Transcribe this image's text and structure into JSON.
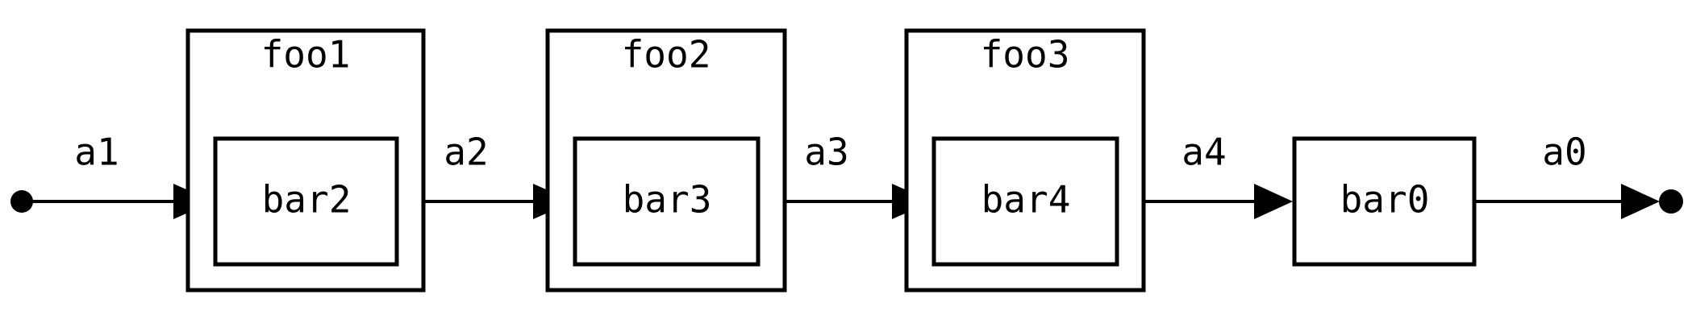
{
  "diagram": {
    "type": "flow-graph",
    "orientation": "left-to-right",
    "background_color": "#ffffff",
    "line_color": "#000000",
    "box_fill": "#ffffff",
    "clusters": [
      {
        "id": "foo1",
        "label": "foo1",
        "contains": "bar2"
      },
      {
        "id": "foo2",
        "label": "foo2",
        "contains": "bar3"
      },
      {
        "id": "foo3",
        "label": "foo3",
        "contains": "bar4"
      }
    ],
    "nodes": [
      {
        "id": "start",
        "shape": "dot",
        "label": ""
      },
      {
        "id": "bar2",
        "shape": "box",
        "label": "bar2"
      },
      {
        "id": "bar3",
        "shape": "box",
        "label": "bar3"
      },
      {
        "id": "bar4",
        "shape": "box",
        "label": "bar4"
      },
      {
        "id": "bar0",
        "shape": "box",
        "label": "bar0"
      },
      {
        "id": "end",
        "shape": "dot",
        "label": ""
      }
    ],
    "edges": [
      {
        "from": "start",
        "to": "bar2",
        "label": "a1"
      },
      {
        "from": "bar2",
        "to": "bar3",
        "label": "a2"
      },
      {
        "from": "bar3",
        "to": "bar4",
        "label": "a3"
      },
      {
        "from": "bar4",
        "to": "bar0",
        "label": "a4"
      },
      {
        "from": "bar0",
        "to": "end",
        "label": "a0"
      }
    ]
  }
}
